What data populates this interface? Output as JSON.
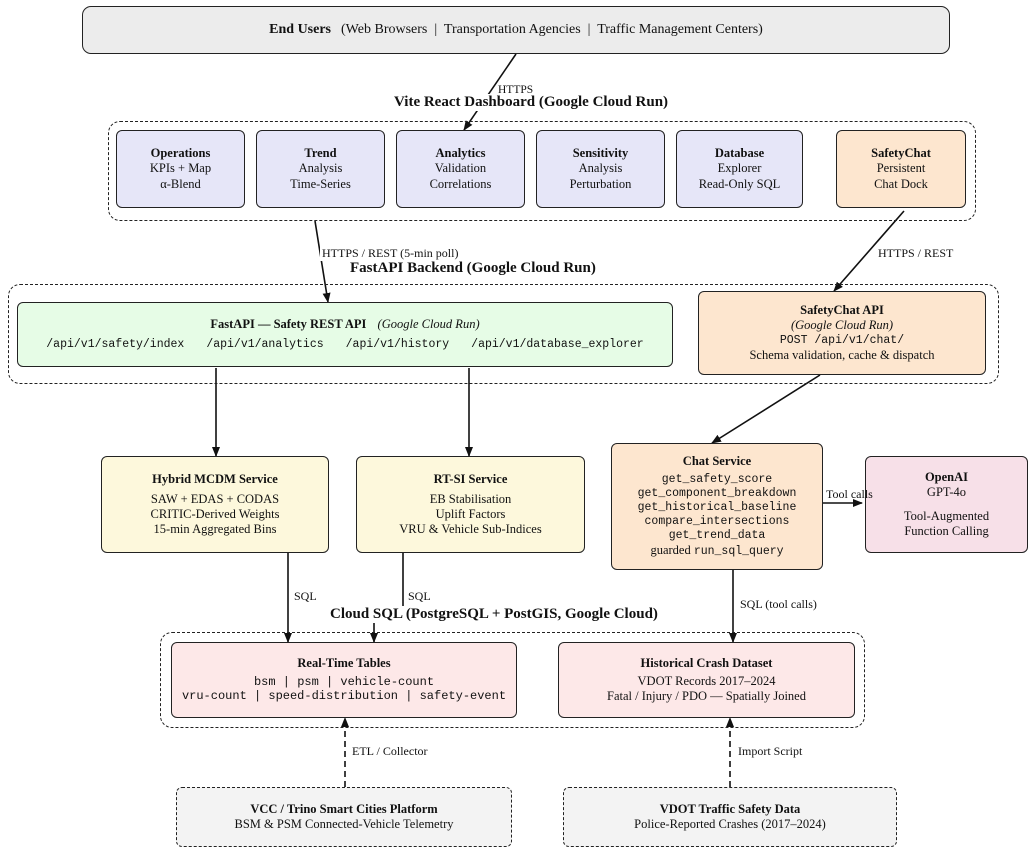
{
  "end_users": {
    "title": "End Users",
    "subtitle": "(Web Browsers  |  Transportation Agencies  |  Traffic Management Centers)"
  },
  "dashboard": {
    "title": "Vite React Dashboard (Google Cloud Run)",
    "tabs": [
      {
        "name": "Operations",
        "l1": "KPIs + Map",
        "l2": "α-Blend"
      },
      {
        "name": "Trend",
        "l1": "Analysis",
        "l2": "Time-Series"
      },
      {
        "name": "Analytics",
        "l1": "Validation",
        "l2": "Correlations"
      },
      {
        "name": "Sensitivity",
        "l1": "Analysis",
        "l2": "Perturbation"
      },
      {
        "name": "Database",
        "l1": "Explorer",
        "l2": "Read-Only SQL"
      },
      {
        "name": "SafetyChat",
        "l1": "Persistent",
        "l2": "Chat Dock"
      }
    ]
  },
  "backend": {
    "title": "FastAPI Backend (Google Cloud Run)",
    "rest_api": {
      "title": "FastAPI — Safety REST API",
      "subtitle": "(Google Cloud Run)",
      "endpoints": [
        "/api/v1/safety/index",
        "/api/v1/analytics",
        "/api/v1/history",
        "/api/v1/database_explorer"
      ]
    },
    "chat_api": {
      "title": "SafetyChat API",
      "subtitle": "(Google Cloud Run)",
      "endpoint": "POST /api/v1/chat/",
      "desc": "Schema validation, cache & dispatch"
    }
  },
  "services": {
    "mcdm": {
      "title": "Hybrid MCDM Service",
      "lines": [
        "SAW + EDAS + CODAS",
        "CRITIC-Derived Weights",
        "15-min Aggregated Bins"
      ]
    },
    "rtsi": {
      "title": "RT-SI Service",
      "lines": [
        "EB Stabilisation",
        "Uplift Factors",
        "VRU & Vehicle Sub-Indices"
      ]
    },
    "chat": {
      "title": "Chat Service",
      "tools": [
        "get_safety_score",
        "get_component_breakdown",
        "get_historical_baseline",
        "compare_intersections",
        "get_trend_data"
      ],
      "last_prefix": "guarded",
      "last_tool": "run_sql_query"
    },
    "openai": {
      "title": "OpenAI",
      "lines": [
        "GPT-4o",
        "",
        "Tool-Augmented",
        "Function Calling"
      ]
    }
  },
  "database": {
    "title": "Cloud SQL (PostgreSQL + PostGIS, Google Cloud)",
    "realtime": {
      "title": "Real-Time Tables",
      "row1": [
        "bsm",
        "psm",
        "vehicle-count"
      ],
      "row2": [
        "vru-count",
        "speed-distribution",
        "safety-event"
      ]
    },
    "historical": {
      "title": "Historical Crash Dataset",
      "lines": [
        "VDOT Records 2017–2024",
        "Fatal / Injury / PDO — Spatially Joined"
      ]
    }
  },
  "sources": {
    "vcc": {
      "title": "VCC / Trino Smart Cities Platform",
      "line": "BSM & PSM Connected-Vehicle Telemetry"
    },
    "vdot": {
      "title": "VDOT Traffic Safety Data",
      "line": "Police-Reported Crashes (2017–2024)"
    }
  },
  "edges": {
    "https": "HTTPS",
    "rest_poll": "HTTPS / REST (5-min poll)",
    "rest": "HTTPS / REST",
    "sql": "SQL",
    "sql_tools": "SQL (tool calls)",
    "tool_calls": "Tool calls",
    "etl": "ETL / Collector",
    "import": "Import Script"
  }
}
